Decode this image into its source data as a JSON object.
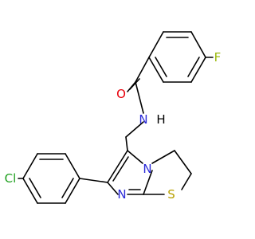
{
  "molecule": {
    "atom_labels": {
      "fluorine": "F",
      "carbonyl_oxygen": "O",
      "amide_nitrogen": "N",
      "amide_hydrogen": "H",
      "ring_nitrogen": "N",
      "imine_nitrogen": "N",
      "sulfur": "S",
      "chlorine": "Cl"
    },
    "colors": {
      "bond": "#000000",
      "fluorine": "#9ab80a",
      "oxygen": "#e8000b",
      "nitrogen": "#2a2ad8",
      "sulfur": "#b8a000",
      "chlorine": "#1fa01f"
    }
  }
}
